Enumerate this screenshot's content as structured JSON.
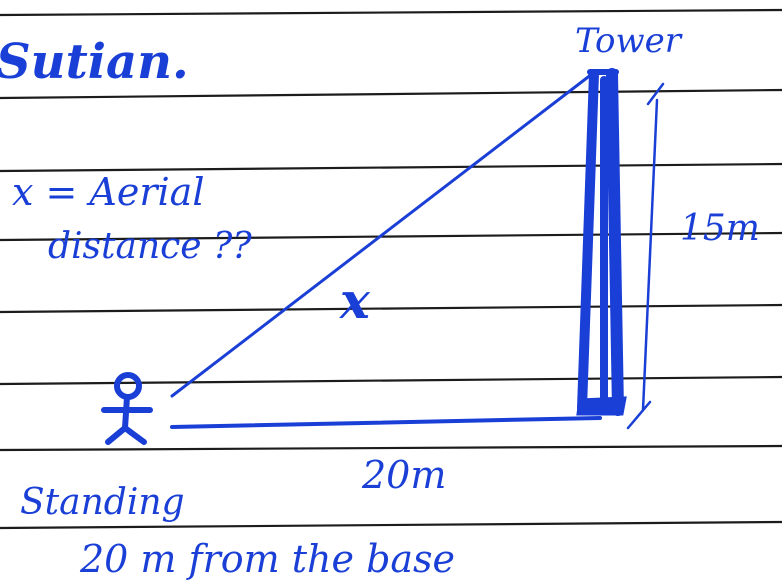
{
  "header": {
    "text": "Sutian."
  },
  "diagram": {
    "tower_label": "Tower",
    "height_label": "15m",
    "definition_line1": "x = Aerial",
    "definition_line2": "distance ??",
    "hypotenuse_label": "x",
    "base_label": "20m",
    "person_caption_line1": "Standing",
    "person_caption_line2": "20 m from the base"
  },
  "colors": {
    "ink": "#1a3fd6",
    "rule_line": "#1c1c1c",
    "paper": "#ffffff"
  },
  "icons": {
    "person": "stick-figure-icon"
  }
}
